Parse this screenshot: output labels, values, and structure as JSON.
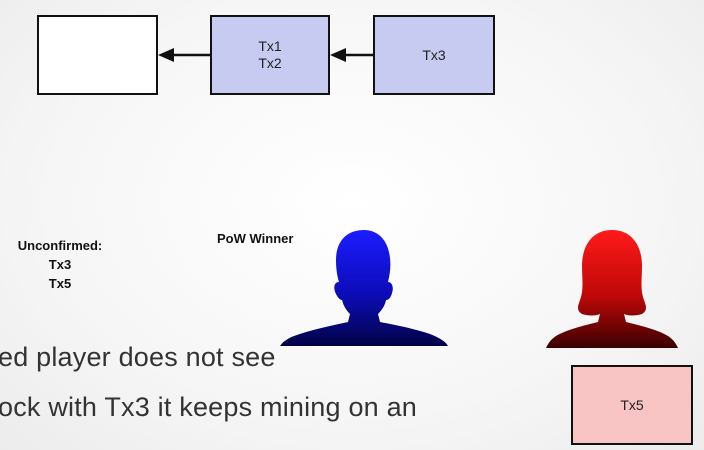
{
  "blocks": {
    "empty": {
      "lines": []
    },
    "tx12": {
      "lines": [
        "Tx1",
        "Tx2"
      ]
    },
    "tx3": {
      "lines": [
        "Tx3"
      ]
    },
    "tx5": {
      "lines": [
        "Tx5"
      ]
    }
  },
  "unconfirmed": {
    "title": "Unconfirmed:",
    "items": [
      "Tx3",
      "Tx5"
    ]
  },
  "pow_winner": "PoW Winner",
  "body_text": {
    "line1": "ed player does not see",
    "line2": "ock with Tx3 it keeps mining on an"
  },
  "colors": {
    "tx_block_blue": "#c7cbf2",
    "tx_block_red": "#f8c4c4",
    "blue_player": "#1818d8",
    "red_player": "#e01010"
  },
  "icons": {
    "blue_player": "person-silhouette-male-icon",
    "red_player": "person-silhouette-female-icon"
  }
}
